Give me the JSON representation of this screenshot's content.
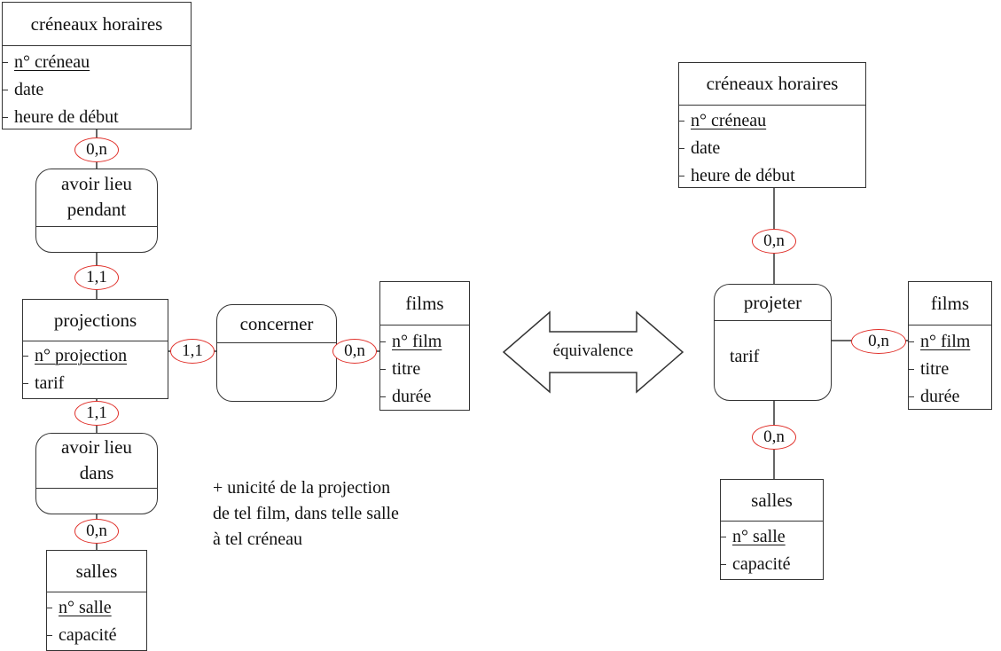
{
  "left": {
    "creneaux": {
      "title": "créneaux horaires",
      "attrs": [
        "n° créneau",
        "date",
        "heure de début"
      ]
    },
    "avoir_lieu_pendant": {
      "title_line1": "avoir lieu",
      "title_line2": "pendant"
    },
    "projections": {
      "title": "projections",
      "attrs": [
        "n° projection",
        "tarif"
      ]
    },
    "concerner": {
      "title": "concerner"
    },
    "films": {
      "title": "films",
      "attrs": [
        "n° film",
        "titre",
        "durée"
      ]
    },
    "avoir_lieu_dans": {
      "title_line1": "avoir lieu",
      "title_line2": "dans"
    },
    "salles": {
      "title": "salles",
      "attrs": [
        "n° salle",
        "capacité"
      ]
    },
    "cards": {
      "creneaux_pendant": "0,n",
      "pendant_projections": "1,1",
      "projections_concerner": "1,1",
      "concerner_films": "0,n",
      "projections_dans": "1,1",
      "dans_salles": "0,n"
    },
    "note": [
      "+ unicité de la projection",
      "de tel film, dans telle salle",
      "à tel créneau"
    ]
  },
  "equivalence": {
    "label": "équivalence"
  },
  "right": {
    "creneaux": {
      "title": "créneaux horaires",
      "attrs": [
        "n° créneau",
        "date",
        "heure de début"
      ]
    },
    "projeter": {
      "title": "projeter",
      "attrs": [
        "tarif"
      ]
    },
    "films": {
      "title": "films",
      "attrs": [
        "n° film",
        "titre",
        "durée"
      ]
    },
    "salles": {
      "title": "salles",
      "attrs": [
        "n° salle",
        "capacité"
      ]
    },
    "cards": {
      "creneaux_projeter": "0,n",
      "projeter_films": "0,n",
      "projeter_salles": "0,n"
    }
  },
  "colors": {
    "line": "#333333",
    "cardinality_ring": "#e0302a"
  }
}
